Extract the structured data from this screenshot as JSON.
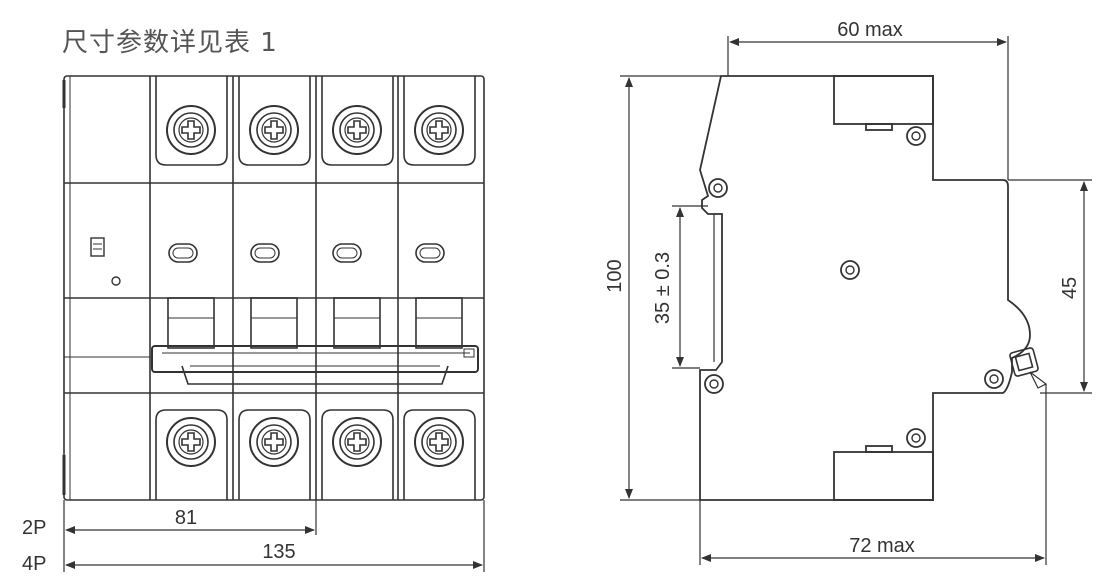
{
  "title": "尺寸参数详见表 1",
  "front_view": {
    "rows": [
      {
        "label": "2P",
        "dimension": "81"
      },
      {
        "label": "4P",
        "dimension": "135"
      }
    ]
  },
  "side_view": {
    "top_width": "60 max",
    "bottom_width": "72 max",
    "height": "100",
    "rail": "35 ± 0.3",
    "right_height": "45"
  },
  "colors": {
    "line": "#333333",
    "text": "#333333",
    "title": "#555555"
  }
}
